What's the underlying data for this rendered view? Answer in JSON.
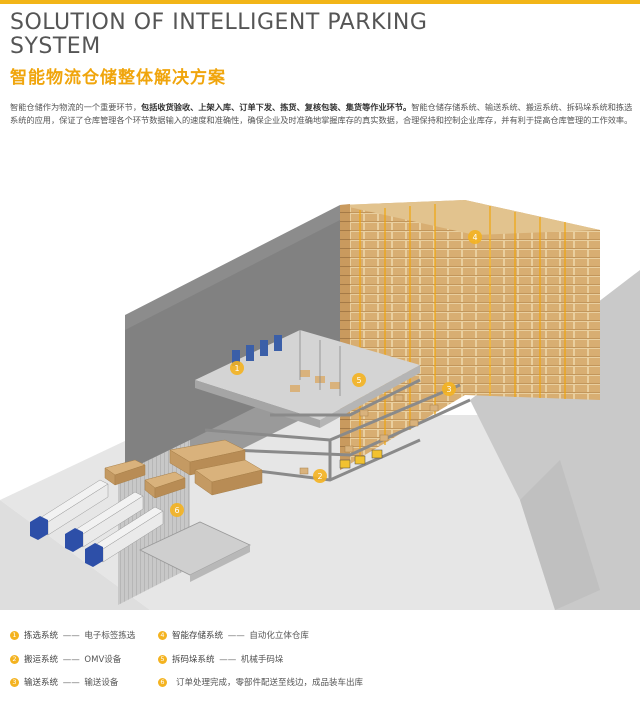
{
  "header": {
    "title_en": "SOLUTION OF INTELLIGENT PARKING SYSTEM",
    "title_cn": "智能物流仓储整体解决方案"
  },
  "intro": {
    "p1": "智能仓储作为物流的一个重要环节，",
    "p1_bold": "包括收货验收、上架入库、订单下发、拣货、复核包装、集货等作业环节。",
    "p2": "智能仓储存储系统、输送系统、搬运系统、拆码垛系统和拣选系统的应用，保证了仓库管理各个环节数据输入的速度和准确性，确保企业及时准确地掌握库存的真实数据，合理保持和控制企业库存，并有利于提高仓库管理的工作效率。"
  },
  "diagram_markers": [
    "1",
    "2",
    "3",
    "4",
    "5",
    "6"
  ],
  "legend": [
    {
      "num": "1",
      "name": "拣选系统",
      "dash": "——",
      "desc": "电子标签拣选"
    },
    {
      "num": "2",
      "name": "搬运系统",
      "dash": "——",
      "desc": "OMV设备"
    },
    {
      "num": "3",
      "name": "输送系统",
      "dash": "——",
      "desc": "输送设备"
    },
    {
      "num": "4",
      "name": "智能存储系统",
      "dash": "——",
      "desc": "自动化立体仓库"
    },
    {
      "num": "5",
      "name": "拆码垛系统",
      "dash": "——",
      "desc": "机械手码垛"
    },
    {
      "num": "6",
      "name": "",
      "dash": "",
      "desc": "订单处理完成，零部件配送至线边，成品装车出库"
    }
  ],
  "colors": {
    "accent": "#f2b517",
    "marker": "#f4b320",
    "box": "#d9b27c",
    "truck_cab": "#2d4fa8"
  }
}
